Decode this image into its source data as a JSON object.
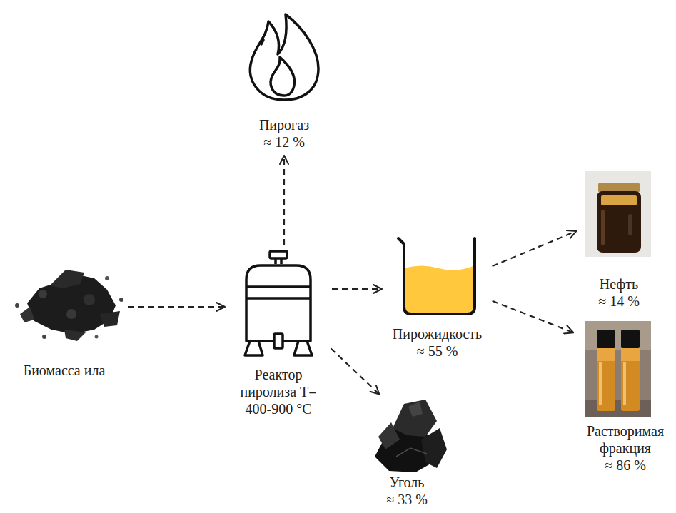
{
  "diagram": {
    "nodes": [
      {
        "text": [
          "Биомасса ила"
        ]
      },
      {
        "text": [
          "Реактор пиролиза T= 400-900 °C"
        ]
      },
      {
        "text": [
          "Пирогаз",
          "≈ 12 %"
        ]
      },
      {
        "text": [
          "Пирожидкость",
          "≈ 55 %"
        ]
      },
      {
        "text": [
          "Уголь",
          "≈ 33 %"
        ]
      },
      {
        "text": [
          "Нефть",
          "≈ 14 %"
        ]
      },
      {
        "text": [
          "Растворимая фракция",
          "≈ 86 %"
        ]
      }
    ],
    "edges": [
      {
        "from": 0,
        "to": 1,
        "arrow": "to"
      },
      {
        "from": 1,
        "to": 2,
        "arrow": "to"
      },
      {
        "from": 1,
        "to": 3,
        "arrow": "to"
      },
      {
        "from": 1,
        "to": 4,
        "arrow": "to"
      },
      {
        "from": 3,
        "to": 5,
        "arrow": "to"
      },
      {
        "from": 3,
        "to": 6,
        "arrow": "to"
      }
    ]
  }
}
